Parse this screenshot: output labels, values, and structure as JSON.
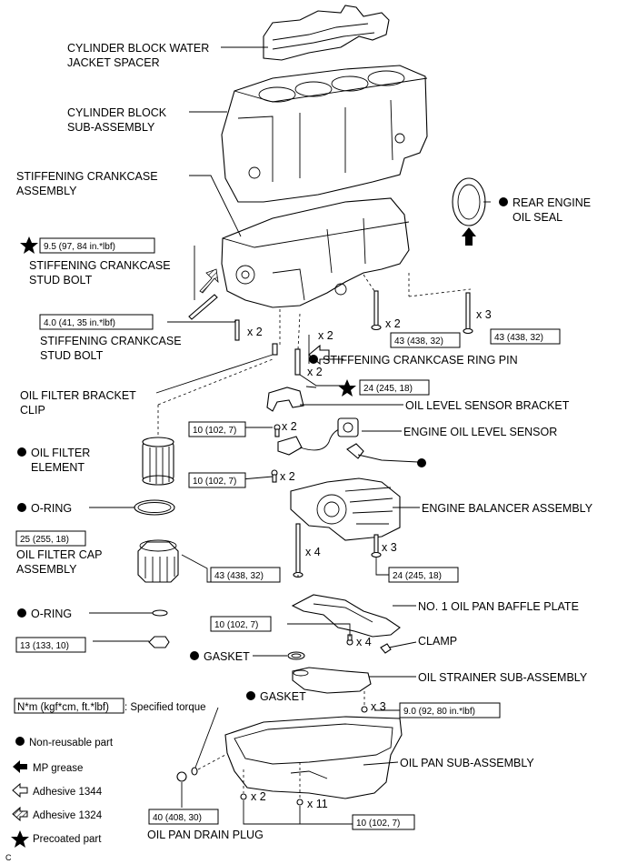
{
  "labels": {
    "water_jacket_spacer": [
      "CYLINDER BLOCK WATER",
      "JACKET SPACER"
    ],
    "cylinder_block": [
      "CYLINDER BLOCK",
      "SUB-ASSEMBLY"
    ],
    "crankcase_assembly": [
      "STIFFENING CRANKCASE",
      "ASSEMBLY"
    ],
    "rear_oil_seal": [
      "REAR ENGINE",
      "OIL SEAL"
    ],
    "stud_bolt_1": [
      "STIFFENING CRANKCASE",
      "STUD BOLT"
    ],
    "stud_bolt_2": [
      "STIFFENING CRANKCASE",
      "STUD BOLT"
    ],
    "ring_pin": "STIFFENING CRANKCASE RING PIN",
    "filter_bracket_clip": [
      "OIL FILTER BRACKET",
      "CLIP"
    ],
    "level_sensor_bracket": "OIL LEVEL SENSOR BRACKET",
    "level_sensor": "ENGINE OIL LEVEL SENSOR",
    "filter_element": [
      "OIL FILTER",
      "ELEMENT"
    ],
    "oring_1": "O-RING",
    "oring_2": "O-RING",
    "filter_cap": [
      "OIL FILTER CAP",
      "ASSEMBLY"
    ],
    "balancer": "ENGINE BALANCER ASSEMBLY",
    "baffle_plate": "NO. 1 OIL PAN BAFFLE PLATE",
    "clamp": "CLAMP",
    "gasket_1": "GASKET",
    "gasket_2": "GASKET",
    "strainer": "OIL STRAINER SUB-ASSEMBLY",
    "oil_pan": "OIL PAN SUB-ASSEMBLY",
    "drain_plug": "OIL PAN DRAIN PLUG"
  },
  "torques": {
    "stud_bolt_1": "9.5 (97, 84 in.*lbf)",
    "stud_bolt_2": "4.0 (41, 35 in.*lbf)",
    "crankcase_bolt_a": "43 (438, 32)",
    "crankcase_bolt_b": "43 (438, 32)",
    "crankcase_bolt_c": "24 (245, 18)",
    "sensor_bracket_bolt": "10 (102, 7)",
    "sensor_bolt": "10 (102, 7)",
    "filter_cap": "25 (255, 18)",
    "balancer_bolt_a": "43 (438, 32)",
    "balancer_bolt_b": "24 (245, 18)",
    "baffle_bolt": "10 (102, 7)",
    "drain_plug_small": "13 (133, 10)",
    "strainer_bolt": "9.0 (92, 80 in.*lbf)",
    "drain_plug": "40 (408, 30)",
    "oil_pan_bolt": "10 (102, 7)"
  },
  "quantities": {
    "stud_bolt_2": "x 2",
    "crankcase_bolt_a": "x 2",
    "crankcase_bolt_b": "x 3",
    "ring_pin": "x 2",
    "crankcase_bolt_c": "x 2",
    "sensor_bracket_bolt": "x 2",
    "sensor_bolt": "x 2",
    "balancer_bolt_a": "x 4",
    "balancer_bolt_b": "x 3",
    "baffle_bolt": "x 4",
    "strainer_bolt": "x 3",
    "oil_pan_bolt_a": "x 2",
    "oil_pan_bolt_b": "x 11"
  },
  "legend": {
    "torque_box": "N*m (kgf*cm, ft.*lbf)",
    "torque_desc": ": Specified torque",
    "non_reusable": "Non-reusable part",
    "mp_grease": "MP grease",
    "adhesive_1344": "Adhesive 1344",
    "adhesive_1324": "Adhesive 1324",
    "precoated": "Precoated part"
  },
  "corner_code": "C"
}
